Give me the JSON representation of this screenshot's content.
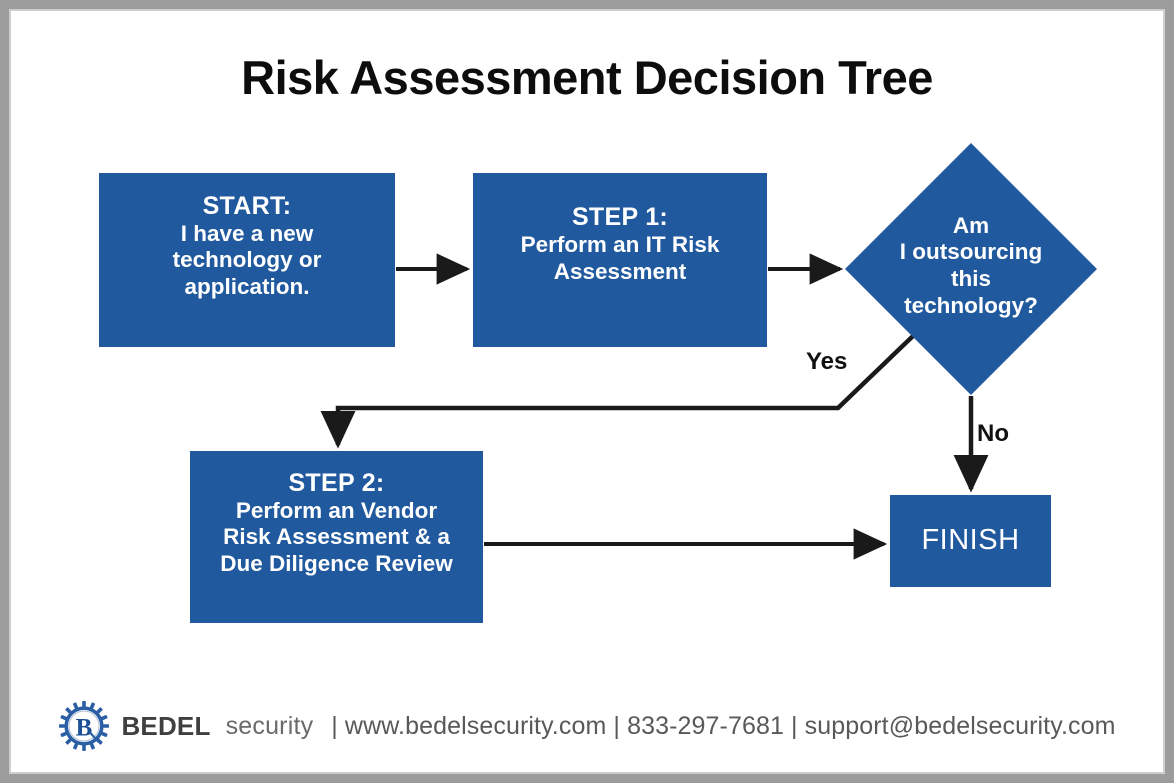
{
  "page": {
    "title": "Risk Assessment Decision Tree",
    "accent_color": "#21599f",
    "frame_color": "#9c9c9c",
    "background": "#ffffff"
  },
  "chart_data": {
    "type": "diagram",
    "diagram_kind": "flowchart-decision-tree",
    "title": "Risk Assessment Decision Tree",
    "nodes": [
      {
        "id": "start",
        "shape": "rectangle",
        "heading": "START:",
        "body": "I have a new technology or application.",
        "color": "#21599f"
      },
      {
        "id": "step1",
        "shape": "rectangle",
        "heading": "STEP 1:",
        "body": "Perform an IT Risk Assessment",
        "color": "#21599f"
      },
      {
        "id": "decision",
        "shape": "diamond",
        "heading": "",
        "body": "Am I outsourcing this technology?",
        "color": "#21599f"
      },
      {
        "id": "step2",
        "shape": "rectangle",
        "heading": "STEP 2:",
        "body": "Perform an Vendor Risk Assessment & a Due Diligence Review",
        "color": "#21599f"
      },
      {
        "id": "finish",
        "shape": "rectangle",
        "heading": "",
        "body": "FINISH",
        "color": "#21599f"
      }
    ],
    "edges": [
      {
        "from": "start",
        "to": "step1",
        "label": ""
      },
      {
        "from": "step1",
        "to": "decision",
        "label": ""
      },
      {
        "from": "decision",
        "to": "step2",
        "label": "Yes"
      },
      {
        "from": "decision",
        "to": "finish",
        "label": "No"
      },
      {
        "from": "step2",
        "to": "finish",
        "label": ""
      }
    ]
  },
  "nodes": {
    "start": {
      "heading": "START:",
      "line1": "I have a new",
      "line2": "technology or",
      "line3": "application."
    },
    "step1": {
      "heading": "STEP 1:",
      "line1": "Perform an IT Risk",
      "line2": "Assessment"
    },
    "decision": {
      "line1": "Am",
      "line2": "I outsourcing",
      "line3": "this",
      "line4": "technology?"
    },
    "step2": {
      "heading": "STEP 2:",
      "line1": "Perform an Vendor",
      "line2": "Risk Assessment & a",
      "line3": "Due Diligence Review"
    },
    "finish": {
      "label": "FINISH"
    }
  },
  "labels": {
    "yes": "Yes",
    "no": "No"
  },
  "footer": {
    "logo_icon": "bedel-gear-b-logo",
    "brand_bold": "BEDEL",
    "brand_light": "security",
    "separator_1": "|",
    "website": "www.bedelsecurity.com",
    "separator_2": "|",
    "phone": "833-297-7681",
    "separator_3": "|",
    "email": "support@bedelsecurity.com",
    "contact_line": "| www.bedelsecurity.com | 833-297-7681 | support@bedelsecurity.com"
  }
}
